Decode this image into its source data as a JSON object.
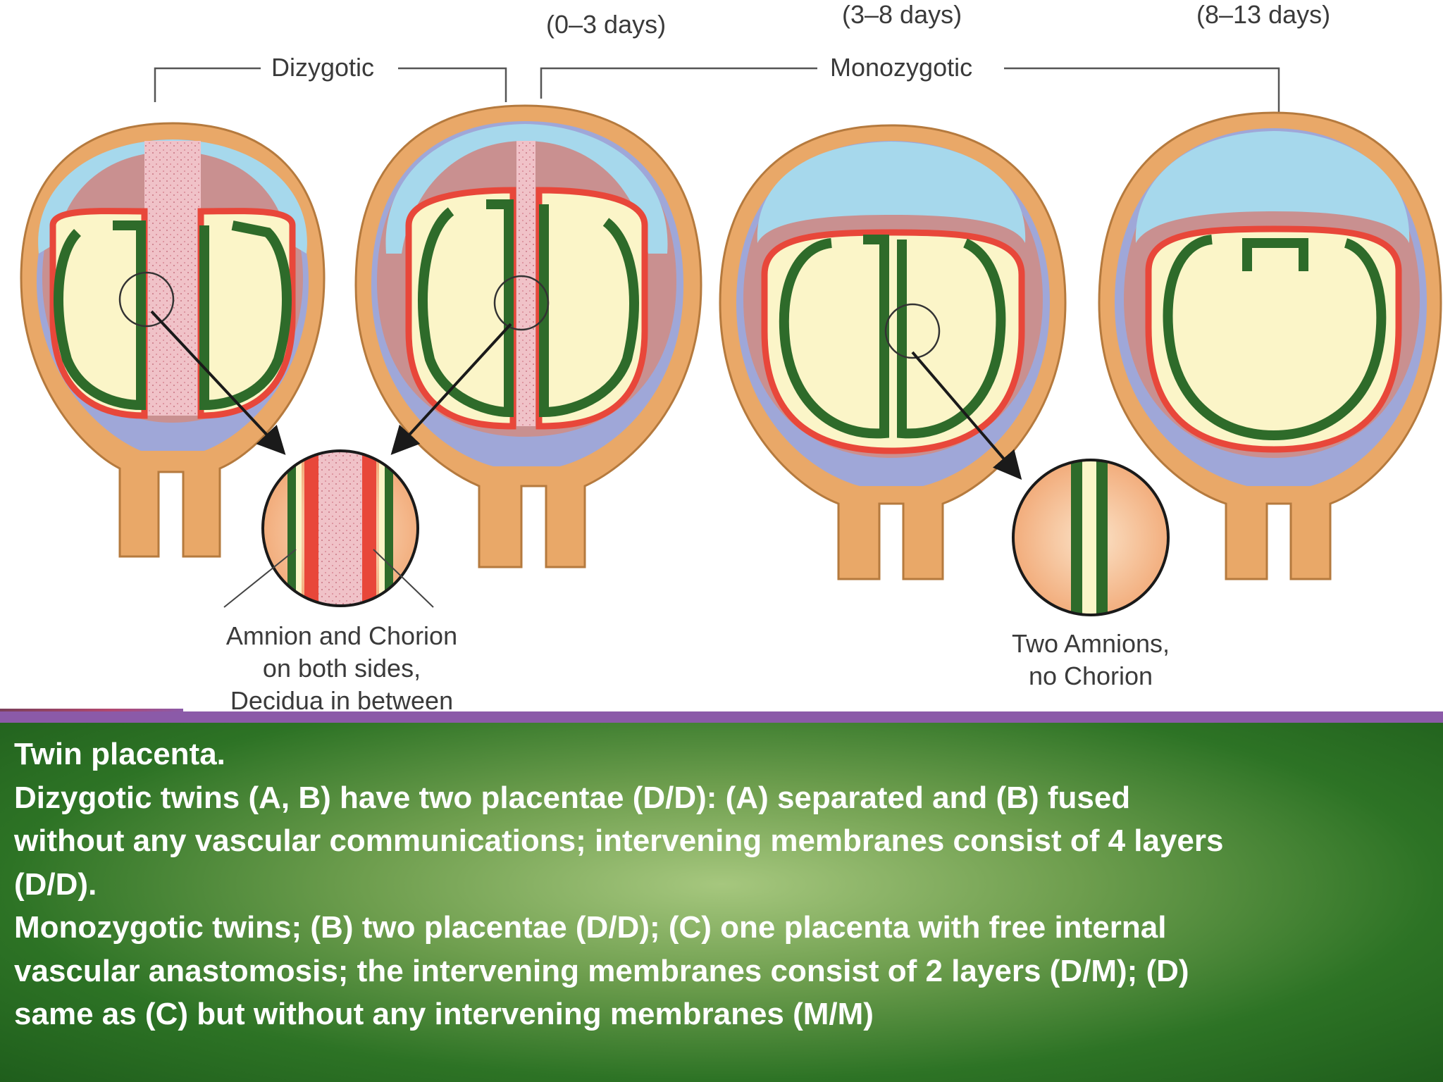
{
  "periods": {
    "b": "(0–3 days)",
    "c": "(3–8 days)",
    "d": "(8–13 days)"
  },
  "brackets": {
    "dizygotic": "Dizygotic",
    "monozygotic": "Monozygotic"
  },
  "callouts": {
    "dizygotic_lines": [
      "Amnion and Chorion",
      "on both sides,",
      "Decidua in between"
    ],
    "monozygotic_lines": [
      "Two Amnions,",
      "no Chorion"
    ]
  },
  "colors": {
    "frame_purple": "#8b5aa8",
    "myometrium": "#e9a868",
    "placenta_blue": "#a6d8ec",
    "chorion_red": "#e8473a",
    "amnion_green": "#2e6b2a",
    "cavity_yellow": "#fbf5c8",
    "decidua_pink": "#f0c2c8",
    "caption_green": "#2d7325"
  },
  "caption": {
    "lines": [
      "Twin placenta.",
      "Dizygotic twins (A, B) have two placentae (D/D): (A) separated and (B) fused",
      "without any vascular communications; intervening membranes consist of 4 layers",
      "(D/D).",
      "Monozygotic twins; (B) two placentae (D/D); (C) one placenta with free internal",
      "vascular anastomosis; the intervening membranes consist of 2 layers (D/M); (D)",
      "same as (C) but without any intervening membranes (M/M)"
    ]
  }
}
